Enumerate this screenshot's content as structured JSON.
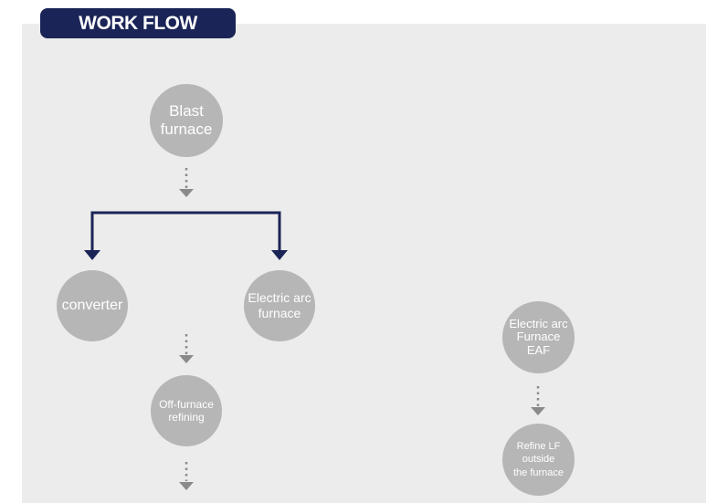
{
  "header": {
    "title": "WORK FLOW"
  },
  "nodes": {
    "blast_furnace": "Blast\nfurnace",
    "converter": "converter",
    "electric_arc_furnace": "Electric arc\nfurnace",
    "off_furnace_refining": "Off-furnace\nrefining",
    "electric_arc_furnace_eaf": "Electric arc\nFurnace\nEAF",
    "refine_lf": "Refine LF\noutside\nthe furnace"
  },
  "colors": {
    "header_bg": "#1b2457",
    "node_fill": "#b6b6b6",
    "connector_navy": "#1b2457",
    "dotted_arrow": "#8a8a8a",
    "panel_bg": "#ececec"
  }
}
